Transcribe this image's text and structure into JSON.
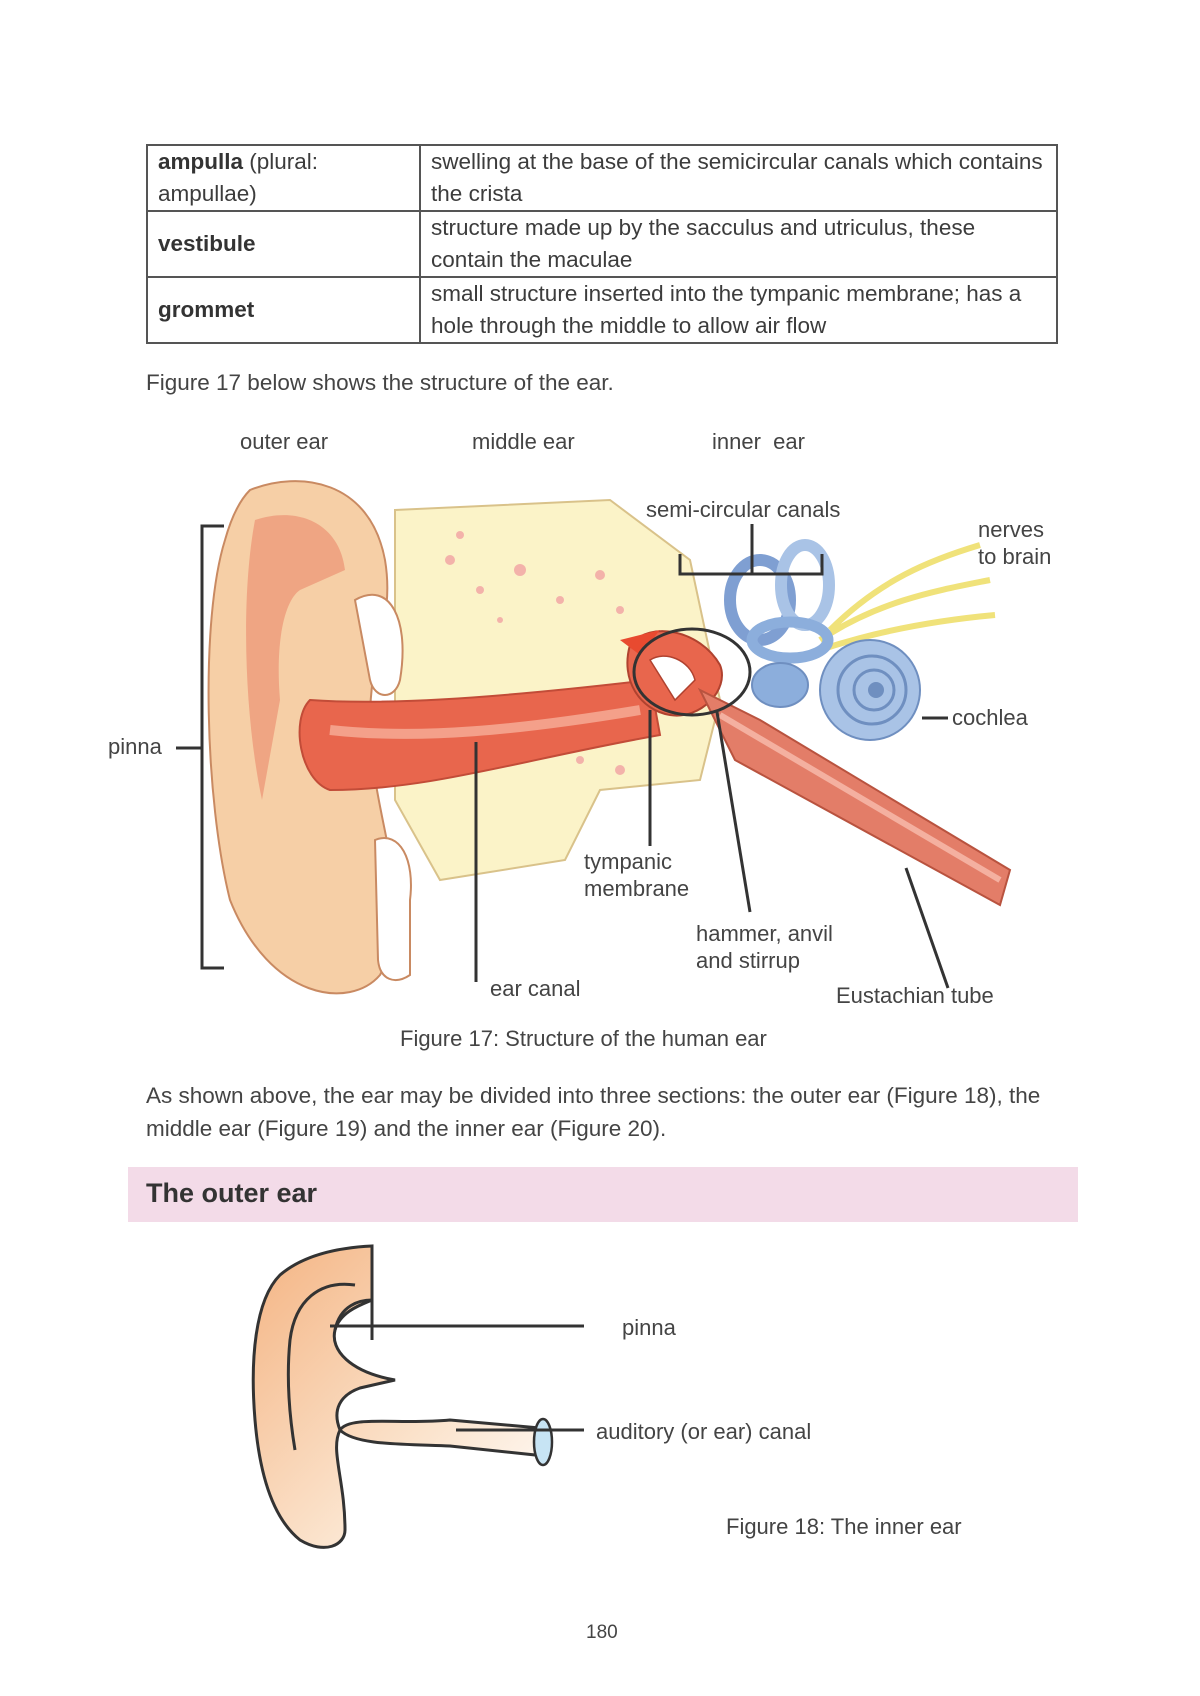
{
  "glossary": [
    {
      "term": "ampulla",
      "term_extra": " (plural: ampullae)",
      "definition": "swelling at the base of the semicircular canals which contains the crista"
    },
    {
      "term": "vestibule",
      "term_extra": "",
      "definition": "structure made up by the sacculus and utriculus, these contain the maculae"
    },
    {
      "term": "grommet",
      "term_extra": "",
      "definition": "small structure inserted into the tympanic membrane; has a hole through the middle to allow air flow"
    }
  ],
  "intro_text": "Figure 17 below shows the structure of the ear.",
  "figure17": {
    "region_labels": [
      "outer ear",
      "middle ear",
      "inner  ear"
    ],
    "labels": {
      "semicircular": "semi-circular canals",
      "nerves_line1": "nerves",
      "nerves_line2": "to brain",
      "cochlea": "cochlea",
      "pinna": "pinna",
      "tympanic_line1": "tympanic",
      "tympanic_line2": "membrane",
      "hammer_line1": "hammer, anvil",
      "hammer_line2": "and stirrup",
      "ear_canal": "ear canal",
      "eustachian": "Eustachian tube"
    },
    "caption": "Figure 17: Structure of the human ear"
  },
  "divided_text": "As shown above, the ear may be divided into three sections: the outer ear (Figure 18), the middle ear (Figure 19) and the inner ear (Figure 20).",
  "section_title": "The outer ear",
  "figure18": {
    "label_pinna": "pinna",
    "label_canal": "auditory (or ear) canal",
    "caption": "Figure 18:  The inner ear"
  },
  "page_number": "180",
  "colors": {
    "section_band": "#f3dbe8",
    "skin": "#f6cfa6",
    "canal": "#e8664d",
    "bone": "#fbf3c8",
    "inner_ear": "#a9c3e6"
  }
}
